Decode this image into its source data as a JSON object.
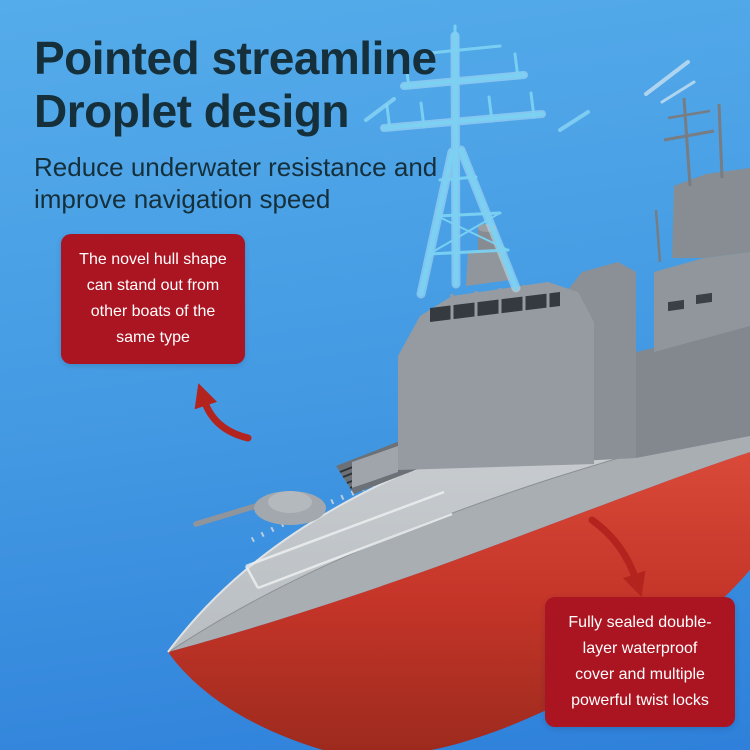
{
  "title": {
    "line1": "Pointed streamline",
    "line2": "Droplet design"
  },
  "subtitle": {
    "line1": "Reduce underwater resistance and",
    "line2": "improve navigation speed"
  },
  "callouts": {
    "hull": {
      "lines": [
        "The novel hull shape",
        "can stand out from",
        "other boats of the",
        "same type"
      ]
    },
    "waterproof": {
      "lines": [
        "Fully sealed double-",
        "layer waterproof",
        "cover and multiple",
        "powerful twist locks"
      ]
    }
  },
  "illustration": {
    "subject": "gray toy RC battleship with red hull and translucent blue radar mast",
    "hull_red": "#C43428",
    "ship_gray": "#9AA0A6",
    "deck_gray": "#C4C8CB",
    "mast_blue": "#7CD2F3"
  },
  "colors": {
    "background_top": "#55ACEA",
    "background_bottom": "#2E80DA",
    "title_text": "#152F3B",
    "callout_bg": "#AB1421",
    "callout_text": "#FFFFFF",
    "arrow_red": "#B3241E"
  }
}
